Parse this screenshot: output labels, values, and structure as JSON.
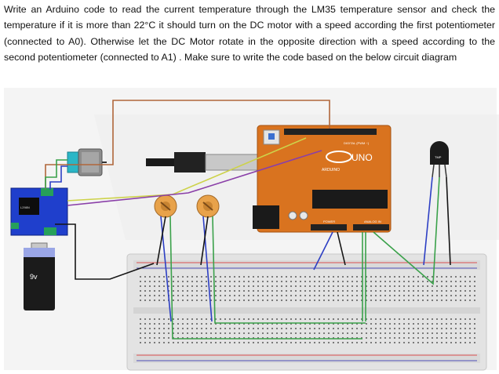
{
  "question": {
    "text": "Write an Arduino code to read the current temperature through the LM35 temperature sensor and check the temperature if it is more than 22°C it should turn on the DC motor with a speed according the first potentiometer (connected to A0). Otherwise let the DC Motor rotate in the opposite direction with a speed according to the second potentiometer (connected to A1) . Make sure to write the code based on the below circuit diagram"
  },
  "circuit": {
    "board_name": "UNO",
    "board_brand": "ARDUINO",
    "digital_label": "DIGITAL (PWM ~)",
    "power_label": "POWER",
    "analog_label": "ANALOG IN",
    "battery_label": "9v",
    "sensor_label": "TMP",
    "driver_label": "L298N"
  },
  "colors": {
    "arduino": "#d9731f",
    "driver": "#1f3fcc",
    "motor": "#2bb6c6",
    "pot": "#e8a24a",
    "battery": "#1b1b1b",
    "wire_brown": "#b0663a",
    "wire_green": "#3aa14a",
    "wire_blue": "#2d3fc4",
    "wire_yellow": "#cdd24a",
    "wire_purple": "#8a3fa8",
    "wire_black": "#151515"
  }
}
